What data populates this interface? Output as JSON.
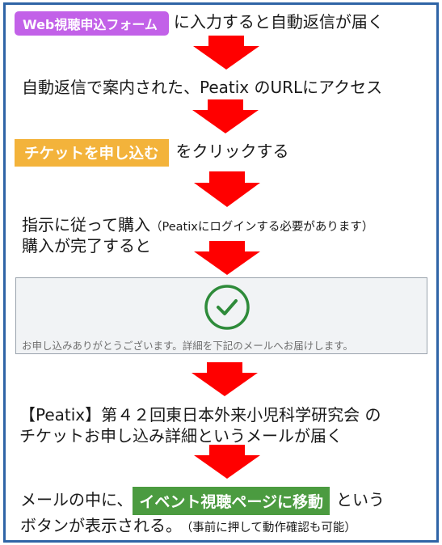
{
  "steps": {
    "s1": {
      "button": "Web視聴申込フォーム",
      "text": "に入力すると自動返信が届く"
    },
    "s2": {
      "text": "自動返信で案内された、Peatix のURLにアクセス"
    },
    "s3": {
      "button": "チケットを申し込む",
      "text": "をクリックする"
    },
    "s4": {
      "line1": "指示に従って購入",
      "note": "（Peatixにログインする必要があります）",
      "line2": "購入が完了すると"
    },
    "confirmation": {
      "message": "お申し込みありがとうございます。詳細を下記のメールへお届けします。"
    },
    "s5": {
      "line1": "【Peatix】第４２回東日本外来小児科学研究会 の",
      "line2": "チケットお申し込み詳細というメールが届く"
    },
    "s6": {
      "prefix": "メールの中に、",
      "button": "イベント視聴ページに移動",
      "suffix": "という",
      "line2": "ボタンが表示される。",
      "note": "（事前に押して動作確認も可能）"
    }
  },
  "colors": {
    "frame": "#2f64a6",
    "arrow": "#ff0000",
    "purple_button": "#c261e8",
    "orange_button": "#f3b33b",
    "green_button": "#4b9b40",
    "check": "#2e8b3a"
  }
}
